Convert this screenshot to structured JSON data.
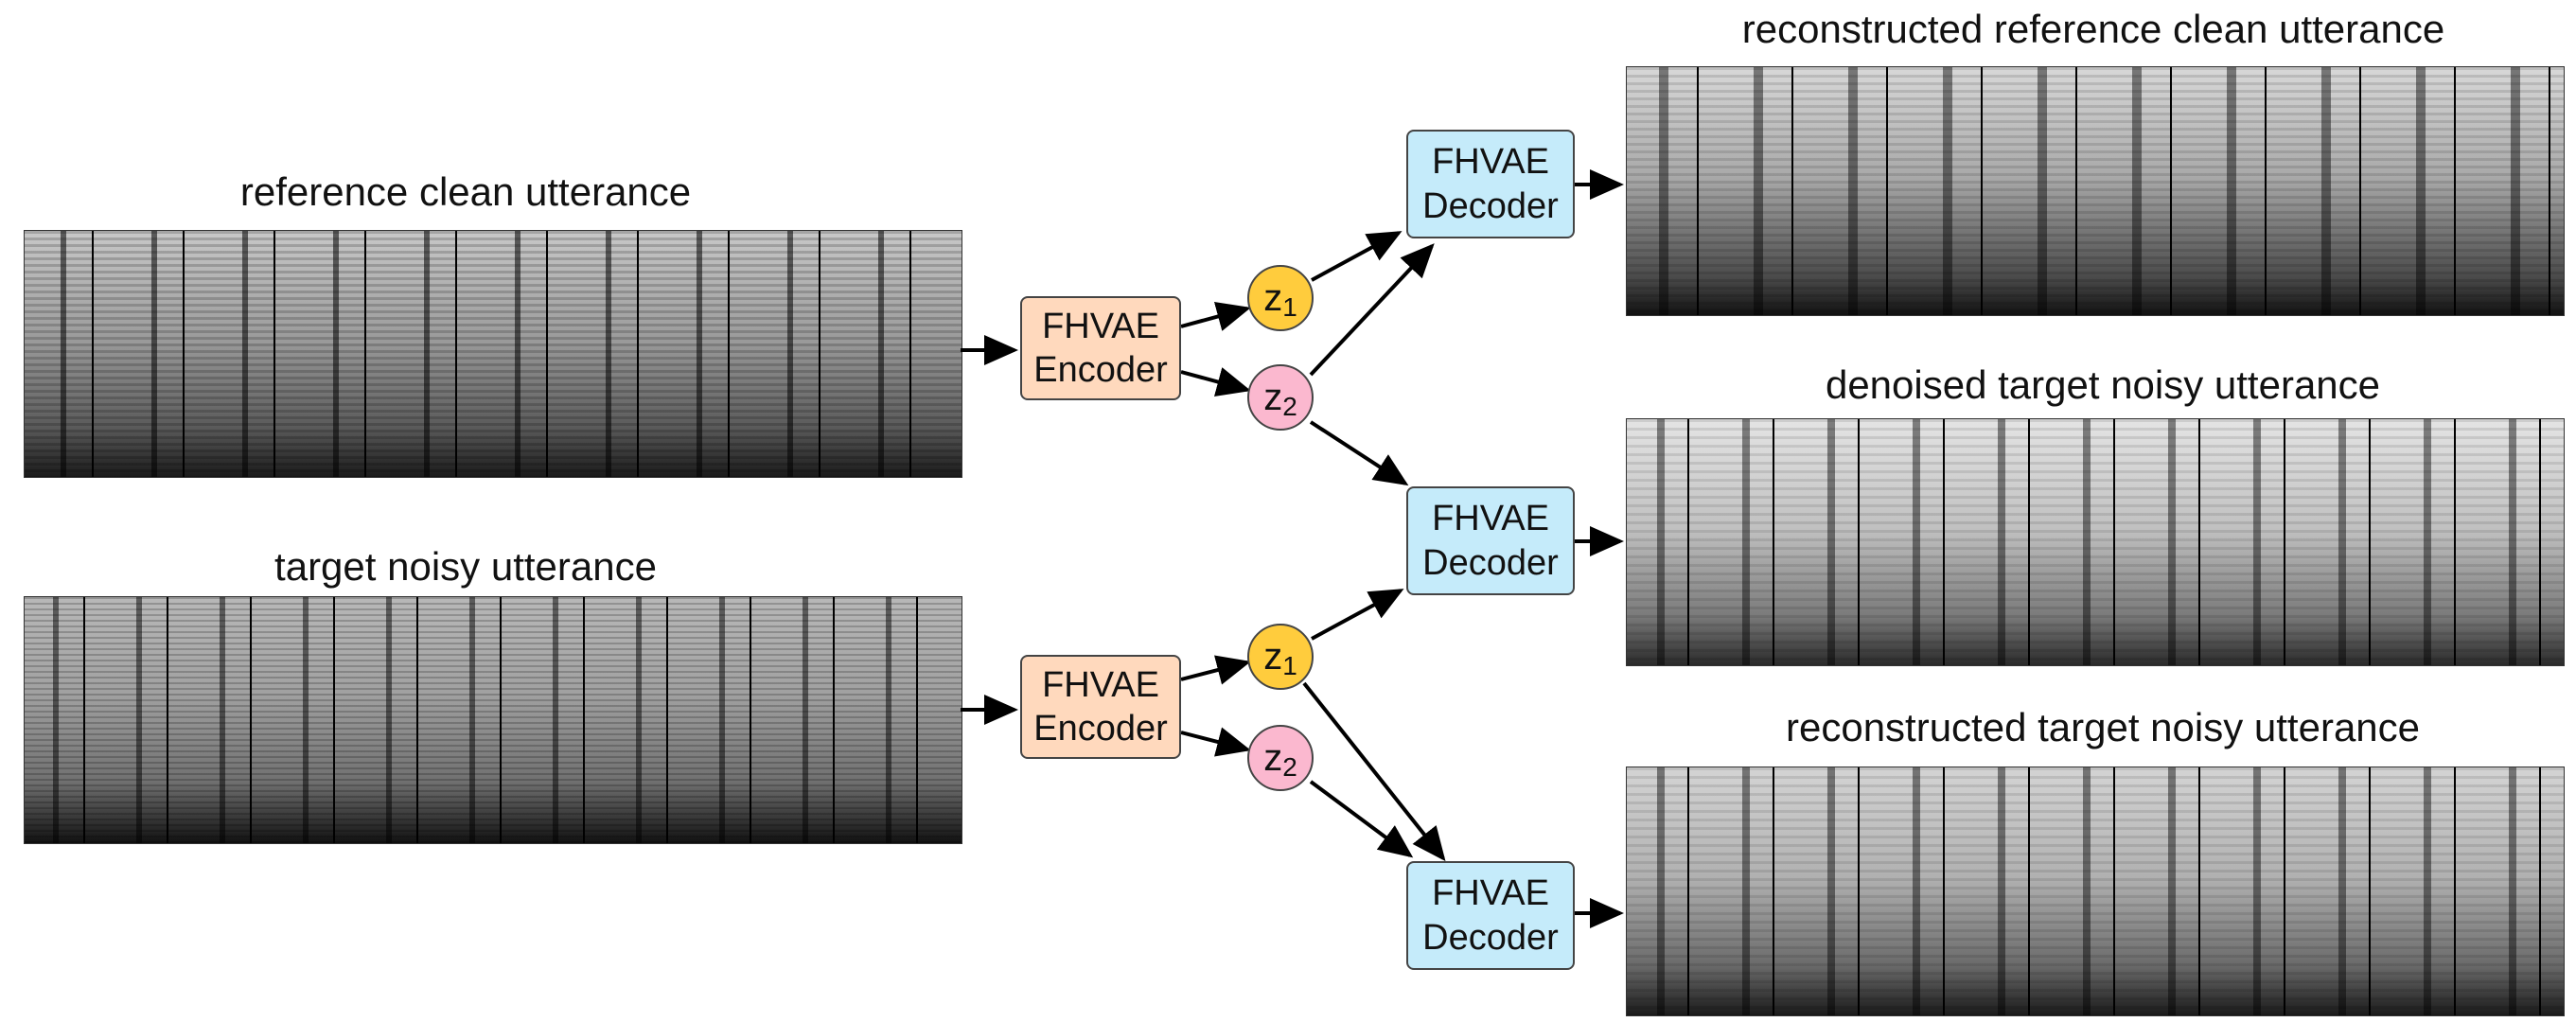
{
  "titles": {
    "ref_clean": "reference clean utterance",
    "target_noisy": "target noisy utterance",
    "recon_ref": "reconstructed reference clean utterance",
    "denoised": "denoised target noisy utterance",
    "recon_target": "reconstructed target noisy utterance"
  },
  "encoder": {
    "line1": "FHVAE",
    "line2": "Encoder"
  },
  "decoder": {
    "line1": "FHVAE",
    "line2": "Decoder"
  },
  "latent": {
    "z": "z",
    "sub1": "1",
    "sub2": "2"
  },
  "colors": {
    "encoder_fill": "#ffd9bd",
    "decoder_fill": "#c5ebfa",
    "z1_fill": "#ffcc3d",
    "z2_fill": "#fbb8cf"
  }
}
